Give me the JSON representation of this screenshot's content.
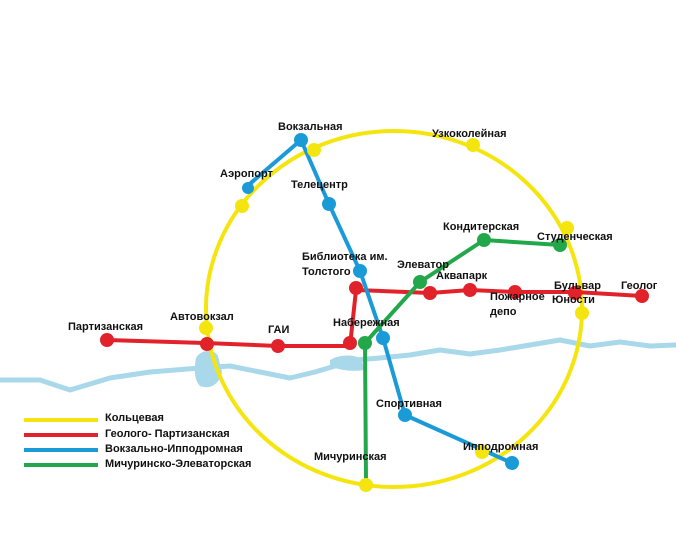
{
  "colors": {
    "ring": "#f5e50f",
    "red": "#e2222a",
    "blue": "#1a9bd7",
    "green": "#22a84a",
    "river": "#a8d8ea"
  },
  "lines": [
    {
      "id": "ring",
      "name": "Кольцевая"
    },
    {
      "id": "red",
      "name": "Геолого- Партизанская"
    },
    {
      "id": "blue",
      "name": "Вокзально-Ипподромная"
    },
    {
      "id": "green",
      "name": "Мичуринско-Элеваторская"
    }
  ],
  "stations": {
    "vokzalnaya": "Вокзальная",
    "uzkokoleynaya": "Узкоколейная",
    "aeroport": "Аэропорт",
    "telecentr": "Телецентр",
    "konditerskaya": "Кондитерская",
    "studencheskaya": "Студенческая",
    "biblioteka_1": "Библиотека им.",
    "biblioteka_2": "Толстого",
    "elevator": "Элеватор",
    "akvapark": "Аквапарк",
    "bulvar_1": "Бульвар",
    "bulvar_2": "Юности",
    "geolog": "Геолог",
    "pozharnoe_1": "Пожарное",
    "pozharnoe_2": "депо",
    "partizanskaya": "Партизанская",
    "avtovokzal": "Автовокзал",
    "gai": "ГАИ",
    "naberezhnaya": "Набережная",
    "sportivnaya": "Спортивная",
    "ippodromnaya": "Ипподромная",
    "michurinskaya": "Мичуринская"
  }
}
